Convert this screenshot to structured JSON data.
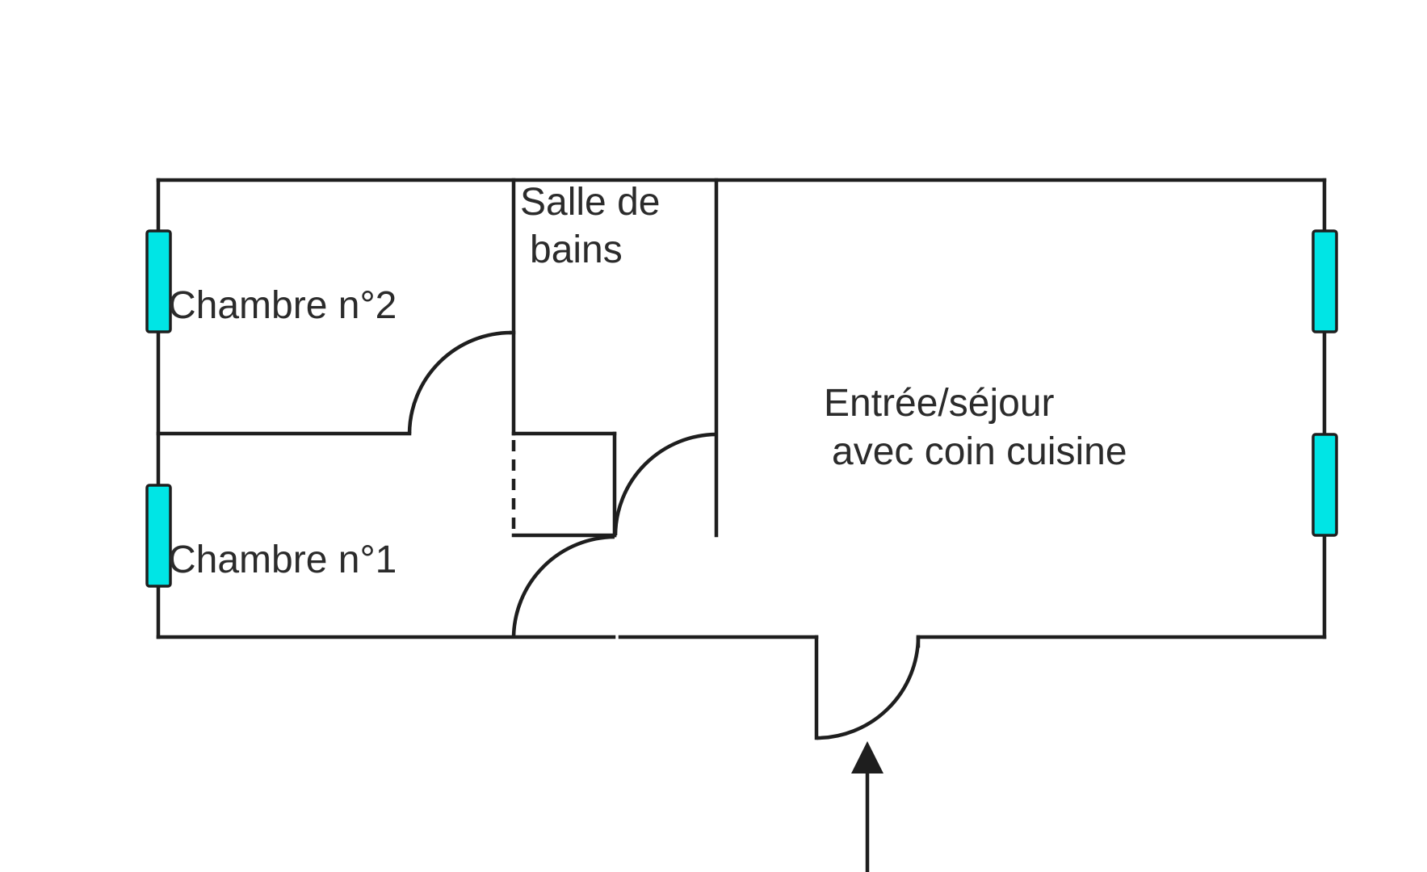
{
  "rooms": {
    "bedroom_2": {
      "label": "Chambre n°2"
    },
    "bedroom_1": {
      "label": "Chambre n°1"
    },
    "bathroom": {
      "label_line1": "Salle de",
      "label_line2": "bains"
    },
    "living": {
      "label_line1": "Entrée/séjour",
      "label_line2": "avec coin cuisine"
    }
  },
  "colors": {
    "window": "#00e5e5",
    "wall": "#1e1e1e",
    "text": "#2b2b2b"
  }
}
